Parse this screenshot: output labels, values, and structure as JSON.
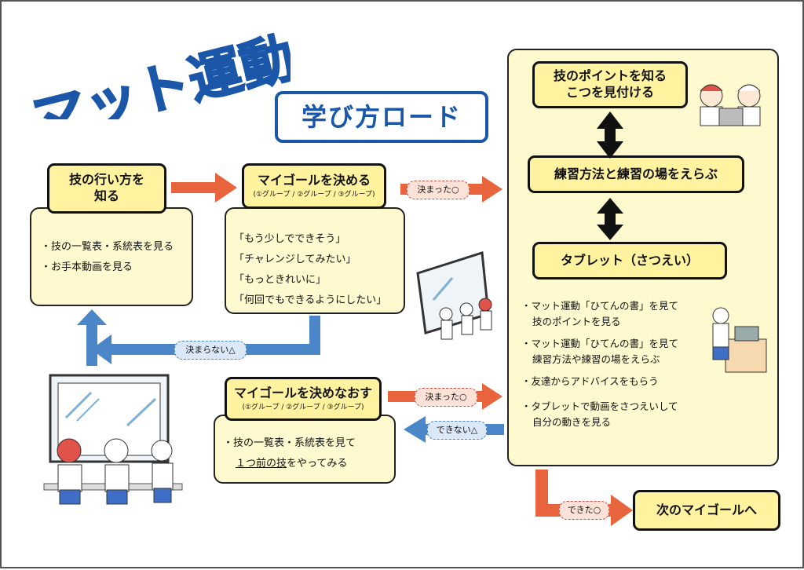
{
  "title": "マット運動",
  "subtitle": "学び方ロード",
  "colors": {
    "title_blue": "#1a57a8",
    "arrow_orange": "#e8643c",
    "arrow_blue": "#4a86c8",
    "box_yellow": "#fff3a0",
    "panel_cream": "#fff9cf"
  },
  "step1": {
    "heading_line1": "技の行い方を",
    "heading_line2": "知る",
    "items": [
      "・技の一覧表・系統表を見る",
      "・お手本動画を見る"
    ]
  },
  "step2": {
    "heading": "マイゴールを決める",
    "groups": "(①グループ / ②グループ / ③グループ)",
    "items": [
      "「もう少しでできそう」",
      "「チャレンジしてみたい」",
      "「もっときれいに」",
      "「何回でもできるようにしたい」"
    ]
  },
  "retry": {
    "heading": "マイゴールを決めなおす",
    "groups": "(①グループ / ②グループ / ③グループ)",
    "item1": "・技の一覧表・系統表を見て",
    "item2_underlined": "１つ前の技",
    "item2_rest": "をやってみる"
  },
  "labels": {
    "decided_top": "決まった○",
    "not_decided": "決まらない△",
    "decided_mid": "決まった○",
    "cannot": "できない△",
    "could": "できた○"
  },
  "right_panel": {
    "box1_line1": "技のポイントを知る",
    "box1_line2": "こつを見付ける",
    "box2": "練習方法と練習の場をえらぶ",
    "box3": "タブレット（さつえい）",
    "bullets": [
      [
        "・マット運動「ひてんの書」を見て",
        "技のポイントを見る"
      ],
      [
        "・マット運動「ひてんの書」を見て",
        "練習方法や練習の場をえらぶ"
      ],
      [
        "・友達からアドバイスをもらう"
      ],
      [
        "・タブレットで動画をさつえいして",
        "自分の動きを見る"
      ]
    ]
  },
  "next": "次のマイゴールへ"
}
